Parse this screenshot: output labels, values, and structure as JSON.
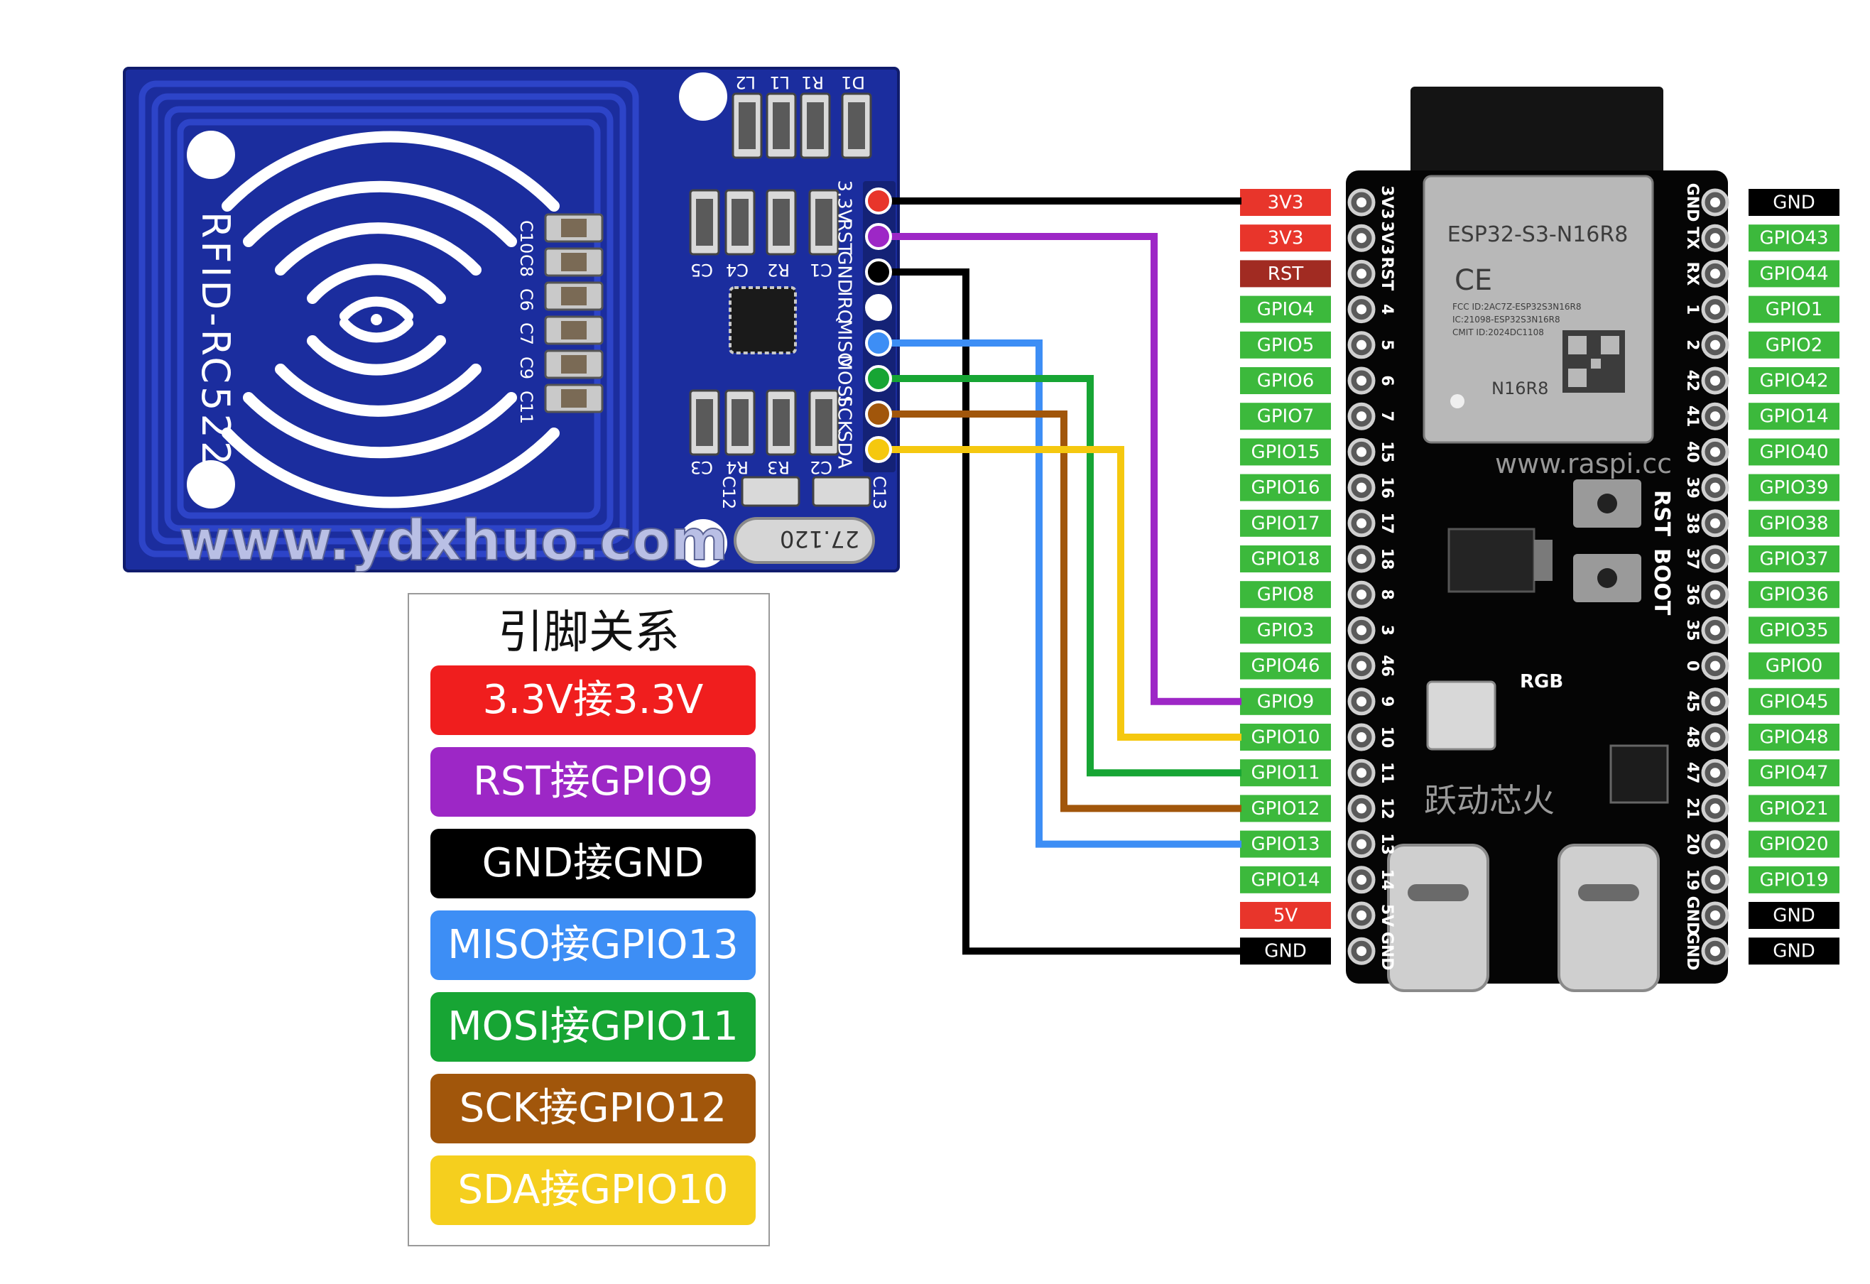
{
  "rfid": {
    "model_label": "RFID-RC522",
    "watermark": "www.ydxhuo.com",
    "crystal_label": "27.120",
    "pin_labels": [
      "3.3V",
      "RST",
      "GND",
      "IRQ",
      "MISO",
      "MOSI",
      "SCK",
      "SDA"
    ],
    "component_labels": {
      "top": [
        "L2",
        "L1",
        "R1",
        "D1"
      ],
      "mid": [
        "C5",
        "C4",
        "R2",
        "C1"
      ],
      "caps": [
        "C10",
        "C8",
        "C6",
        "C7",
        "C9",
        "C11"
      ],
      "low": [
        "C3",
        "R4",
        "R3",
        "C2"
      ],
      "bottom": [
        "C12",
        "C13"
      ]
    }
  },
  "esp32": {
    "module_name": "ESP32-S3-N16R8",
    "module_ce": "CE",
    "module_fcc": "FCC ID:2AC7Z-ESP32S3N16R8",
    "module_ic": "IC:21098-ESP32S3N16R8",
    "module_cmit": "CMIT ID:2024DC1108",
    "module_code": "N16R8",
    "watermark": "www.raspi.cc",
    "brand_text": "跃动芯火",
    "button_rst": "RST",
    "button_boot": "BOOT",
    "rgb_label": "RGB",
    "left_silk": [
      "3V3",
      "3V3",
      "RST",
      "4",
      "5",
      "6",
      "7",
      "15",
      "16",
      "17",
      "18",
      "8",
      "3",
      "46",
      "9",
      "10",
      "11",
      "12",
      "13",
      "14",
      "5V",
      "GND"
    ],
    "right_silk": [
      "GND",
      "TX",
      "RX",
      "1",
      "2",
      "42",
      "41",
      "40",
      "39",
      "38",
      "37",
      "36",
      "35",
      "0",
      "45",
      "48",
      "47",
      "21",
      "20",
      "19",
      "GND",
      "GND"
    ],
    "left_pins": [
      {
        "label": "3V3",
        "color": "#e8352b"
      },
      {
        "label": "3V3",
        "color": "#e8352b"
      },
      {
        "label": "RST",
        "color": "#a12b22"
      },
      {
        "label": "GPIO4",
        "color": "#3cb93c"
      },
      {
        "label": "GPIO5",
        "color": "#3cb93c"
      },
      {
        "label": "GPIO6",
        "color": "#3cb93c"
      },
      {
        "label": "GPIO7",
        "color": "#3cb93c"
      },
      {
        "label": "GPIO15",
        "color": "#3cb93c"
      },
      {
        "label": "GPIO16",
        "color": "#3cb93c"
      },
      {
        "label": "GPIO17",
        "color": "#3cb93c"
      },
      {
        "label": "GPIO18",
        "color": "#3cb93c"
      },
      {
        "label": "GPIO8",
        "color": "#3cb93c"
      },
      {
        "label": "GPIO3",
        "color": "#3cb93c"
      },
      {
        "label": "GPIO46",
        "color": "#3cb93c"
      },
      {
        "label": "GPIO9",
        "color": "#3cb93c"
      },
      {
        "label": "GPIO10",
        "color": "#3cb93c"
      },
      {
        "label": "GPIO11",
        "color": "#3cb93c"
      },
      {
        "label": "GPIO12",
        "color": "#3cb93c"
      },
      {
        "label": "GPIO13",
        "color": "#3cb93c"
      },
      {
        "label": "GPIO14",
        "color": "#3cb93c"
      },
      {
        "label": "5V",
        "color": "#e8352b"
      },
      {
        "label": "GND",
        "color": "#000000"
      }
    ],
    "right_pins": [
      {
        "label": "GND",
        "color": "#000000"
      },
      {
        "label": "GPIO43",
        "color": "#3cb93c"
      },
      {
        "label": "GPIO44",
        "color": "#3cb93c"
      },
      {
        "label": "GPIO1",
        "color": "#3cb93c"
      },
      {
        "label": "GPIO2",
        "color": "#3cb93c"
      },
      {
        "label": "GPIO42",
        "color": "#3cb93c"
      },
      {
        "label": "GPIO14",
        "color": "#3cb93c"
      },
      {
        "label": "GPIO40",
        "color": "#3cb93c"
      },
      {
        "label": "GPIO39",
        "color": "#3cb93c"
      },
      {
        "label": "GPIO38",
        "color": "#3cb93c"
      },
      {
        "label": "GPIO37",
        "color": "#3cb93c"
      },
      {
        "label": "GPIO36",
        "color": "#3cb93c"
      },
      {
        "label": "GPIO35",
        "color": "#3cb93c"
      },
      {
        "label": "GPIO0",
        "color": "#3cb93c"
      },
      {
        "label": "GPIO45",
        "color": "#3cb93c"
      },
      {
        "label": "GPIO48",
        "color": "#3cb93c"
      },
      {
        "label": "GPIO47",
        "color": "#3cb93c"
      },
      {
        "label": "GPIO21",
        "color": "#3cb93c"
      },
      {
        "label": "GPIO20",
        "color": "#3cb93c"
      },
      {
        "label": "GPIO19",
        "color": "#3cb93c"
      },
      {
        "label": "GND",
        "color": "#000000"
      },
      {
        "label": "GND",
        "color": "#000000"
      }
    ]
  },
  "wires": [
    {
      "from": "3.3V",
      "to": "3V3",
      "color": "#000000"
    },
    {
      "from": "RST",
      "to": "GPIO9",
      "color": "#9d27c6"
    },
    {
      "from": "GND",
      "to": "GND",
      "color": "#000000"
    },
    {
      "from": "MISO",
      "to": "GPIO13",
      "color": "#3d8ef5"
    },
    {
      "from": "MOSI",
      "to": "GPIO11",
      "color": "#17a534"
    },
    {
      "from": "SCK",
      "to": "GPIO12",
      "color": "#a1560b"
    },
    {
      "from": "SDA",
      "to": "GPIO10",
      "color": "#f5c80f"
    }
  ],
  "legend": {
    "title": "引脚关系",
    "items": [
      {
        "text": "3.3V接3.3V",
        "color": "#f01e1e"
      },
      {
        "text": "RST接GPIO9",
        "color": "#9d27c6"
      },
      {
        "text": "GND接GND",
        "color": "#000000"
      },
      {
        "text": "MISO接GPIO13",
        "color": "#3d8ef5"
      },
      {
        "text": "MOSI接GPIO11",
        "color": "#17a534"
      },
      {
        "text": "SCK接GPIO12",
        "color": "#a1560b"
      },
      {
        "text": "SDA接GPIO10",
        "color": "#f5cf1e"
      }
    ]
  }
}
